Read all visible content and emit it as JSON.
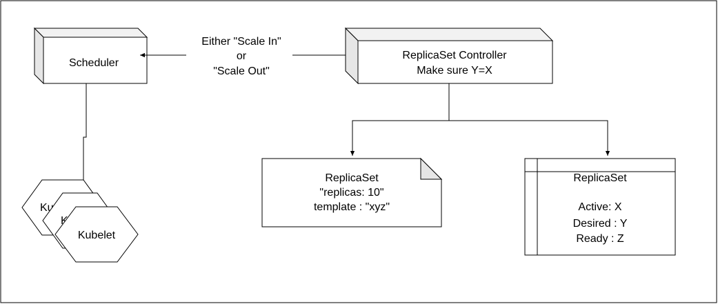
{
  "scheduler": {
    "label": "Scheduler"
  },
  "controller": {
    "line1": "ReplicaSet Controller",
    "line2": "Make sure Y=X"
  },
  "edge_label": {
    "line1": "Either \"Scale In\"",
    "line2": "or",
    "line3": "\"Scale Out\""
  },
  "replicaset_spec": {
    "line1": "ReplicaSet",
    "line2": "\"replicas: 10\"",
    "line3": "template : \"xyz\""
  },
  "replicaset_status": {
    "title": "ReplicaSet",
    "active": "Active:  X",
    "desired": "Desired : Y",
    "ready": "Ready : Z"
  },
  "kubelets": {
    "back_label": "Ku",
    "middle_label": "K",
    "front_label": "Kubelet"
  },
  "colors": {
    "stroke": "#000000",
    "fill": "#ffffff",
    "shade": "#e6e6e6"
  }
}
